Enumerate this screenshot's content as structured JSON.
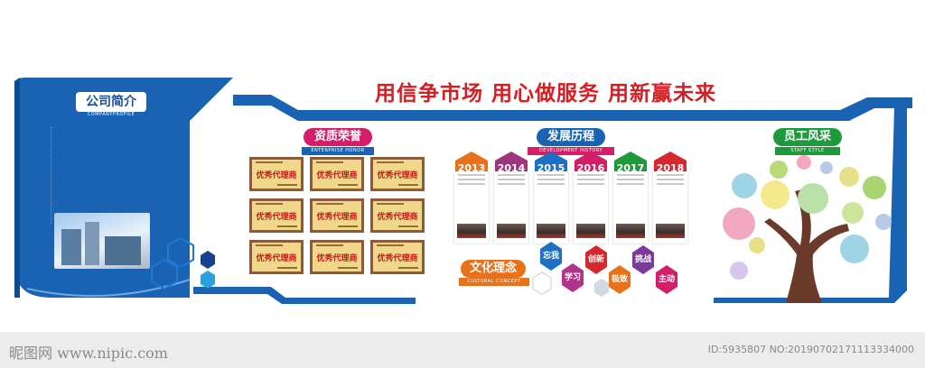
{
  "slogan": "用信争市场  用心做服务  用新赢未来",
  "intro_panel": {
    "title": "公司简介",
    "subtitle": "COMPANYPROFILE"
  },
  "sections": {
    "honors": {
      "title": "资质荣誉",
      "subtitle": "ENTERPRISE HONOR"
    },
    "history": {
      "title": "发展历程",
      "subtitle": "DEVELOPMENT HISTORY"
    },
    "culture": {
      "title": "文化理念",
      "subtitle": "CULTURAL CONCEPT"
    },
    "staff": {
      "title": "员工风采",
      "subtitle": "STAFF STYLE"
    }
  },
  "certificates": {
    "label": "优秀代理商",
    "count": 9
  },
  "timeline": [
    {
      "year": "2013",
      "color": "#e8711c"
    },
    {
      "year": "2014",
      "color": "#a0357f"
    },
    {
      "year": "2015",
      "color": "#1f6fc2"
    },
    {
      "year": "2016",
      "color": "#d41e6a"
    },
    {
      "year": "2017",
      "color": "#1e9a3c"
    },
    {
      "year": "2018",
      "color": "#d6282e"
    }
  ],
  "culture_values": [
    {
      "label": "忘我",
      "color": "#1f6fc2"
    },
    {
      "label": "学习",
      "color": "#b2348a"
    },
    {
      "label": "创新",
      "color": "#d6282e"
    },
    {
      "label": "极致",
      "color": "#e8711c"
    },
    {
      "label": "挑战",
      "color": "#7a3b9a"
    },
    {
      "label": "主动",
      "color": "#d41e6a"
    }
  ],
  "colors": {
    "brand_blue": "#1a63b3",
    "slogan_red": "#d41e24"
  },
  "watermark": {
    "left": "昵图网 www.nipic.com",
    "right": "ID:5935807 NO:20190702171113334000"
  }
}
